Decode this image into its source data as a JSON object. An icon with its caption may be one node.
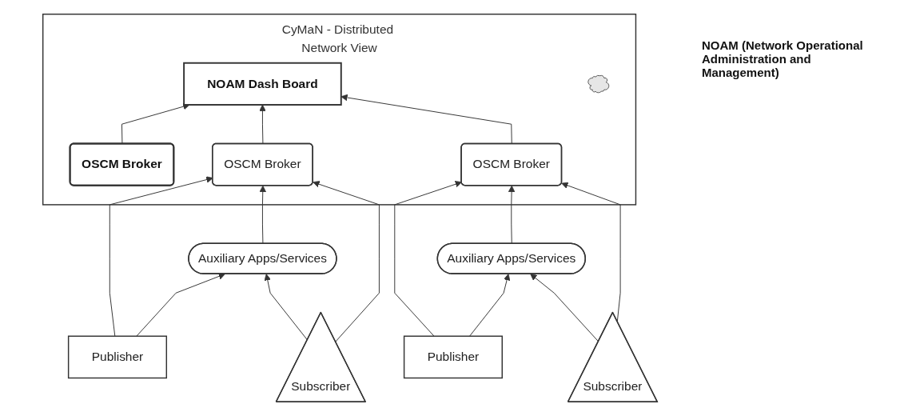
{
  "diagram": {
    "nodes": [
      {
        "text": [
          "CyMaN - Distributed Network View"
        ]
      },
      {
        "text": [
          "NOAM Dash Board"
        ],
        "in": 0
      },
      {
        "text": [
          "OSCM Broker"
        ],
        "in": 0
      },
      {
        "text": [],
        "shape": "cloud",
        "in": 0
      },
      {
        "text": [
          "OSCM Broker"
        ],
        "in": 0
      },
      {
        "text": [
          "OSCM Broker"
        ],
        "in": 0
      },
      {
        "text": [
          "Publisher"
        ]
      },
      {
        "text": [
          "Auxiliary Apps/Services"
        ]
      },
      {
        "text": [
          "Subscriber"
        ]
      },
      {
        "text": [
          "Publisher"
        ]
      },
      {
        "text": [
          "Auxiliary Apps/Services"
        ]
      },
      {
        "text": [
          "Subscriber"
        ]
      }
    ],
    "edges": [
      {
        "from": 2,
        "to": 1,
        "arrow": "to"
      },
      {
        "from": 4,
        "to": 1,
        "arrow": "to"
      },
      {
        "from": 5,
        "to": 1,
        "arrow": "to"
      },
      {
        "from": 6,
        "to": 4,
        "arrow": "to"
      },
      {
        "from": 7,
        "to": 4,
        "arrow": "to"
      },
      {
        "from": 8,
        "to": 4,
        "arrow": "to"
      },
      {
        "from": 6,
        "to": 7,
        "arrow": "to"
      },
      {
        "from": 8,
        "to": 7,
        "arrow": "to"
      },
      {
        "from": 9,
        "to": 5,
        "arrow": "to"
      },
      {
        "from": 10,
        "to": 5,
        "arrow": "to"
      },
      {
        "from": 11,
        "to": 5,
        "arrow": "to"
      },
      {
        "from": 9,
        "to": 10,
        "arrow": "to"
      },
      {
        "from": 11,
        "to": 10,
        "arrow": "to"
      }
    ],
    "labels": [
      "NOAM (Network Operational Administration and Management)"
    ]
  }
}
